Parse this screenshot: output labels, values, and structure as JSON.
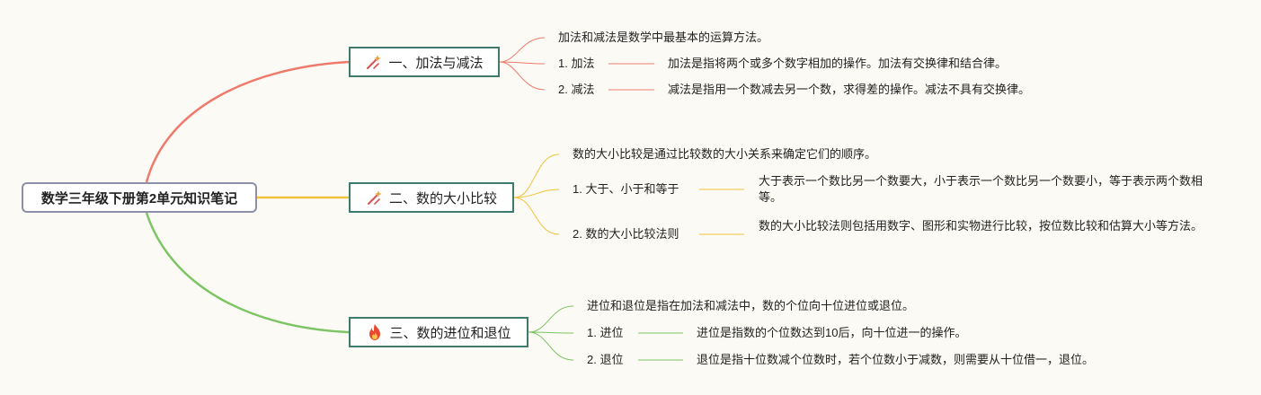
{
  "root": {
    "title": "数学三年级下册第2单元知识笔记"
  },
  "branches": [
    {
      "title": "一、加法与减法",
      "color": "#ef7a6c",
      "icon": "magic-wand-icon",
      "summary": "加法和减法是数学中最基本的运算方法。",
      "items": [
        {
          "label": "1. 加法",
          "desc": "加法是指将两个或多个数字相加的操作。加法有交换律和结合律。"
        },
        {
          "label": "2. 减法",
          "desc": "减法是指用一个数减去另一个数，求得差的操作。减法不具有交换律。"
        }
      ]
    },
    {
      "title": "二、数的大小比较",
      "color": "#f2c23a",
      "icon": "magic-wand-icon",
      "summary": "数的大小比较是通过比较数的大小关系来确定它们的顺序。",
      "items": [
        {
          "label": "1. 大于、小于和等于",
          "desc": "大于表示一个数比另一个数要大，小于表示一个数比另一个数要小，等于表示两个数相等。"
        },
        {
          "label": "2. 数的大小比较法则",
          "desc": "数的大小比较法则包括用数字、图形和实物进行比较，按位数比较和估算大小等方法。"
        }
      ]
    },
    {
      "title": "三、数的进位和退位",
      "color": "#7cc464",
      "icon": "fire-icon",
      "summary": "进位和退位是指在加法和减法中，数的个位向十位进位或退位。",
      "items": [
        {
          "label": "1. 进位",
          "desc": "进位是指数的个位数达到10后，向十位进一的操作。"
        },
        {
          "label": "2. 退位",
          "desc": "退位是指十位数减个位数时，若个位数小于减数，则需要从十位借一，退位。"
        }
      ]
    }
  ]
}
